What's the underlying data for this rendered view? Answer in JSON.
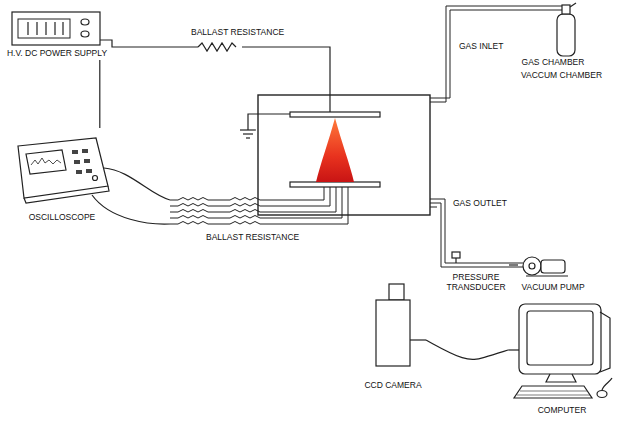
{
  "diagram": {
    "nodes": [
      {
        "text": [
          "H.V. DC POWER SUPPLY"
        ]
      },
      {
        "text": [
          "GAS CHAMBER"
        ]
      },
      {
        "text": [
          "OSCILLOSCOPE"
        ]
      },
      {
        "text": [
          "PRESSURE TRANSDUCER"
        ]
      },
      {
        "text": [
          "VACUUM PUMP"
        ]
      },
      {
        "text": [
          "CCD CAMERA"
        ]
      },
      {
        "text": [
          "COMPUTER"
        ]
      }
    ],
    "edges": [
      {
        "from": 0,
        "to": 2,
        "arrow": "none"
      },
      {
        "from": 3,
        "to": 4,
        "arrow": "none"
      },
      {
        "from": 5,
        "to": 6,
        "arrow": "none"
      }
    ],
    "labels": [
      "BALLAST RESISTANCE",
      "GAS INLET",
      "VACCUM CHAMBER",
      "GAS OUTLET",
      "BALLAST RESISTANCE"
    ]
  }
}
